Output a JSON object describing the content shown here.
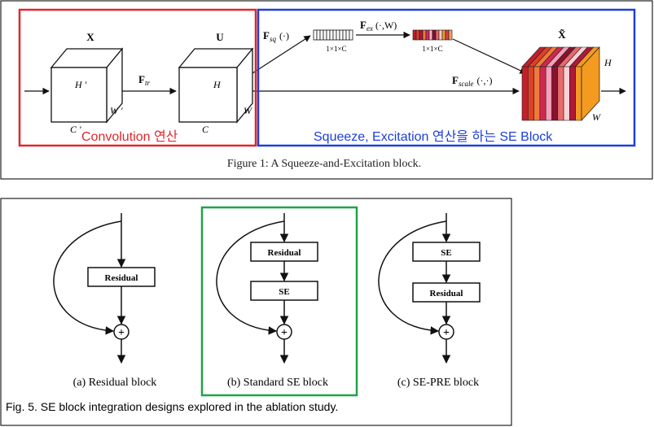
{
  "figure1": {
    "caption": "Figure 1: A Squeeze-and-Excitation block.",
    "x_label": "X",
    "u_label": "U",
    "x_tilde_label": "X̃",
    "x_h": "H ′",
    "x_w": "W ′",
    "x_c": "C ′",
    "u_h": "H",
    "u_w": "W",
    "u_c": "C",
    "out_h": "H",
    "out_w": "W",
    "f_tr": "F",
    "f_tr_sub": "tr",
    "f_sq": "F",
    "f_sq_sub": "sq",
    "f_sq_arg": "(·)",
    "f_ex": "F",
    "f_ex_sub": "ex",
    "f_ex_arg": "(·,W)",
    "f_scale": "F",
    "f_scale_sub": "scale",
    "f_scale_arg": "(·,·)",
    "vec_dim_1": "1×1×C",
    "vec_dim_2": "1×1×C",
    "annotation_conv": "Convolution 연산",
    "annotation_se": "Squeeze, Excitation 연산을 하는 SE Block",
    "colors": {
      "conv_box": "#e0262b",
      "se_box": "#1c3fd8",
      "conv_text": "#e0262b",
      "se_text": "#1c3fd8"
    }
  },
  "figure5": {
    "caption": "Fig. 5. SE block integration designs explored in the ablation study.",
    "residual_label": "Residual",
    "se_label": "SE",
    "caption_a": "(a)  Residual block",
    "caption_b": "(b)  Standard SE block",
    "caption_c": "(c)  SE-PRE block",
    "plus_symbol": "+",
    "colors": {
      "highlight_box": "#1fa34a"
    }
  }
}
